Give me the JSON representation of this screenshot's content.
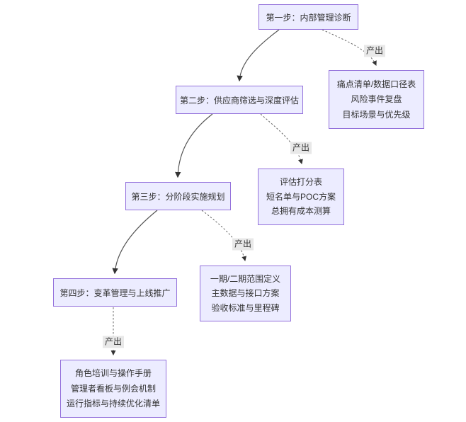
{
  "diagram": {
    "edge_label": "产出",
    "steps": [
      {
        "label": "第一步：内部管理诊断",
        "outputs": [
          "痛点清单/数据口径表",
          "风险事件复盘",
          "目标场景与优先级"
        ]
      },
      {
        "label": "第二步：供应商筛选与深度评估",
        "outputs": [
          "评估打分表",
          "短名单与POC方案",
          "总拥有成本测算"
        ]
      },
      {
        "label": "第三步：分阶段实施规划",
        "outputs": [
          "一期/二期范围定义",
          "主数据与接口方案",
          "验收标准与里程碑"
        ]
      },
      {
        "label": "第四步：变革管理与上线推广",
        "outputs": [
          "角色培训与操作手册",
          "管理者看板与例会机制",
          "运行指标与持续优化清单"
        ]
      }
    ],
    "colors": {
      "node_fill": "#ECECFF",
      "node_border": "#9370DB",
      "edge_solid": "#555555",
      "edge_dotted": "#666666",
      "edge_label_bg": "#e8e8e8",
      "text": "#333333",
      "background": "#ffffff"
    }
  }
}
